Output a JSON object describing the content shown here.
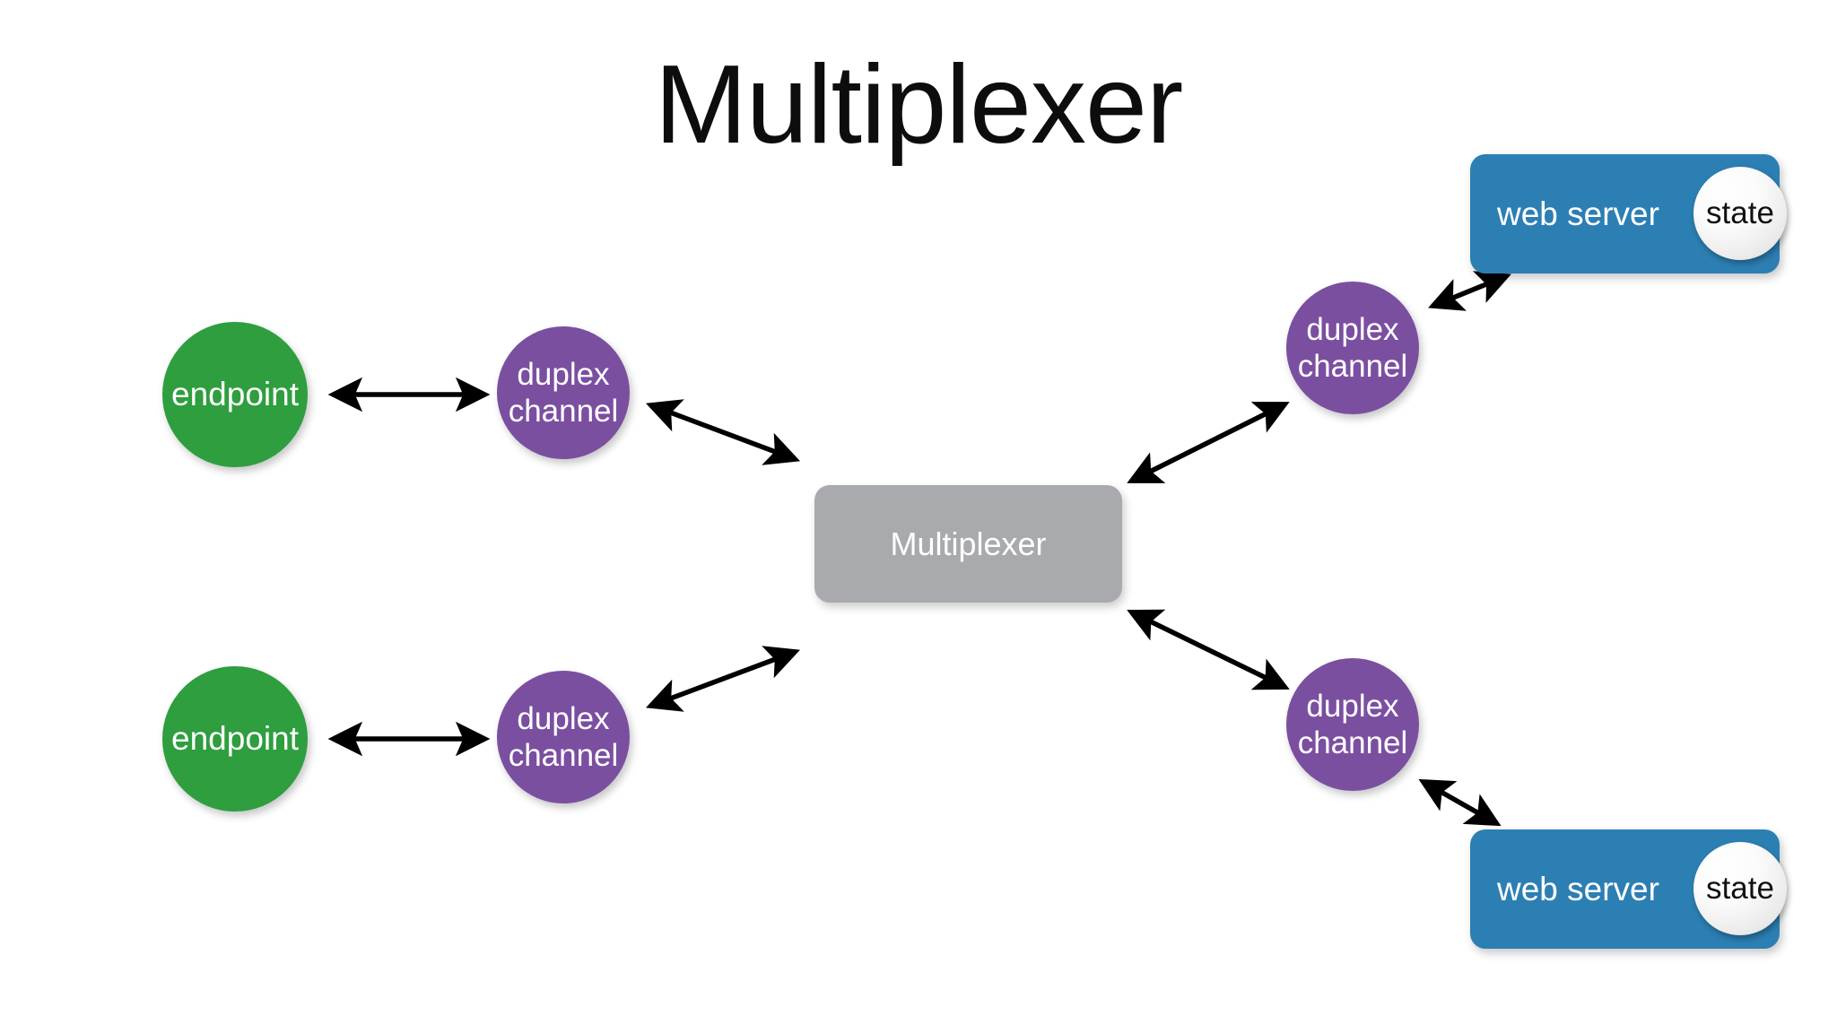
{
  "slide": {
    "title": "Multiplexer",
    "background_color": "#ffffff"
  },
  "colors": {
    "endpoint_green": "#2e9e3e",
    "duplex_purple": "#7b4fa0",
    "multiplexer_gray": "#a9aaad",
    "webserver_blue": "#2c7fb3",
    "state_bubble": "#efefef",
    "arrow_black": "#000000",
    "title_text": "#0d0d0d",
    "node_text": "#ffffff"
  },
  "nodes": {
    "endpoint_top": {
      "label": "endpoint",
      "shape": "circle"
    },
    "endpoint_bottom": {
      "label": "endpoint",
      "shape": "circle"
    },
    "duplex_left_top": {
      "line1": "duplex",
      "line2": "channel",
      "shape": "circle"
    },
    "duplex_left_bottom": {
      "line1": "duplex",
      "line2": "channel",
      "shape": "circle"
    },
    "multiplexer": {
      "label": "Multiplexer",
      "shape": "rounded-rect"
    },
    "duplex_right_top": {
      "line1": "duplex",
      "line2": "channel",
      "shape": "circle"
    },
    "duplex_right_bottom": {
      "line1": "duplex",
      "line2": "channel",
      "shape": "circle"
    },
    "webserver_top": {
      "label": "web server",
      "state_label": "state",
      "shape": "rounded-rect"
    },
    "webserver_bottom": {
      "label": "web server",
      "state_label": "state",
      "shape": "rounded-rect"
    }
  },
  "connections": [
    {
      "name": "endpoint-top-to-duplex-left-top",
      "from": "endpoint_top",
      "to": "duplex_left_top",
      "style": "double-arrow"
    },
    {
      "name": "endpoint-bottom-to-duplex-left-bottom",
      "from": "endpoint_bottom",
      "to": "duplex_left_bottom",
      "style": "double-arrow"
    },
    {
      "name": "duplex-left-top-to-multiplexer",
      "from": "duplex_left_top",
      "to": "multiplexer",
      "style": "double-arrow"
    },
    {
      "name": "duplex-left-bottom-to-multiplexer",
      "from": "duplex_left_bottom",
      "to": "multiplexer",
      "style": "double-arrow"
    },
    {
      "name": "multiplexer-to-duplex-right-top",
      "from": "multiplexer",
      "to": "duplex_right_top",
      "style": "double-arrow"
    },
    {
      "name": "multiplexer-to-duplex-right-bottom",
      "from": "multiplexer",
      "to": "duplex_right_bottom",
      "style": "double-arrow"
    },
    {
      "name": "duplex-right-top-to-webserver-top",
      "from": "duplex_right_top",
      "to": "webserver_top",
      "style": "double-arrow"
    },
    {
      "name": "duplex-right-bottom-to-webserver-bottom",
      "from": "duplex_right_bottom",
      "to": "webserver_bottom",
      "style": "double-arrow"
    }
  ]
}
